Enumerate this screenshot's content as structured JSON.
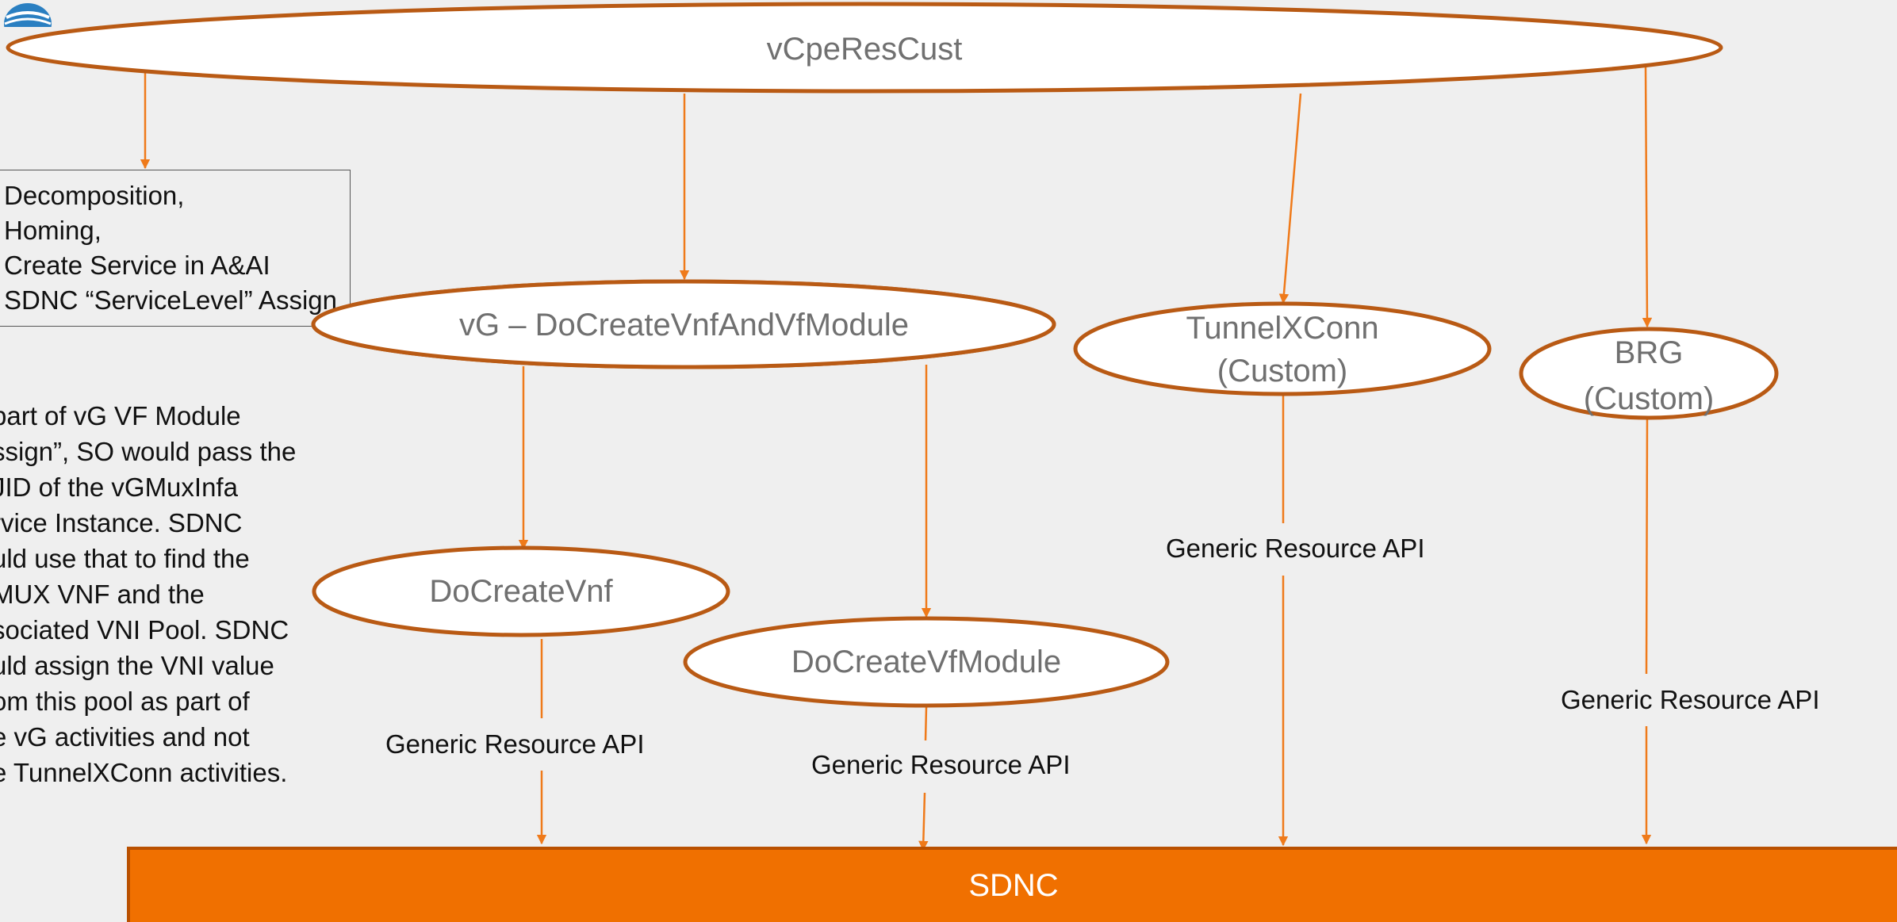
{
  "diagram": {
    "root_node": "vCpeResCust",
    "info_box_lines": [
      "Decomposition,",
      "Homing,",
      "Create Service in A&AI",
      "SDNC “ServiceLevel” Assign"
    ],
    "vg_node": "vG – DoCreateVnfAndVfModule",
    "tunnel_node": [
      "TunnelXConn",
      "(Custom)"
    ],
    "brg_node": [
      "BRG",
      "(Custom)"
    ],
    "vnf_node": "DoCreateVnf",
    "vfmodule_node": "DoCreateVfModule",
    "api_labels": {
      "vnf": "Generic Resource API",
      "vfmodule": "Generic Resource API",
      "tunnel": "Generic Resource API",
      "brg": "Generic Resource API"
    },
    "side_note_lines": [
      "part of vG VF Module",
      "ssign”, SO would pass the",
      "JID of the vGMuxInfa",
      "rvice Instance. SDNC",
      "uld use that to find the",
      "MUX VNF and the",
      "sociated VNI Pool.  SDNC",
      "uld assign the VNI value",
      "om this pool as part of",
      "e vG activities and not",
      "e TunnelXConn activities."
    ],
    "sdnc_label": "SDNC",
    "colors": {
      "background": "#efefef",
      "ellipse_border": "#b95a14",
      "arrow": "#ef7a1a",
      "sdnc_fill": "#f07000",
      "node_text": "#707070"
    }
  }
}
